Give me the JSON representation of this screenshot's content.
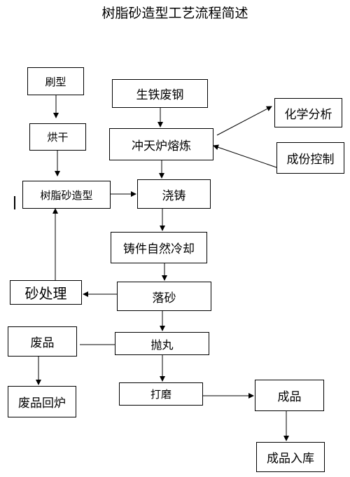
{
  "title": "树脂砂造型工艺流程简述",
  "nodes": {
    "shua_xing": "刷型",
    "hong_gan": "烘干",
    "shuzhi_zaoxing": "树脂砂造型",
    "sha_chuli": "砂处理",
    "fei_pin": "废品",
    "feipin_huilu": "废品回炉",
    "sheng_tie": "生铁废钢",
    "chongtianlu": "冲天炉熔炼",
    "jiao_zhu": "浇铸",
    "zhujian_lengque": "铸件自然冷却",
    "luo_sha": "落砂",
    "pao_wan": "抛丸",
    "da_mo": "打磨",
    "huaxue_fenxi": "化学分析",
    "chengfen_kongzhi": "成份控制",
    "cheng_pin": "成品",
    "chengpin_ruku": "成品入库"
  }
}
